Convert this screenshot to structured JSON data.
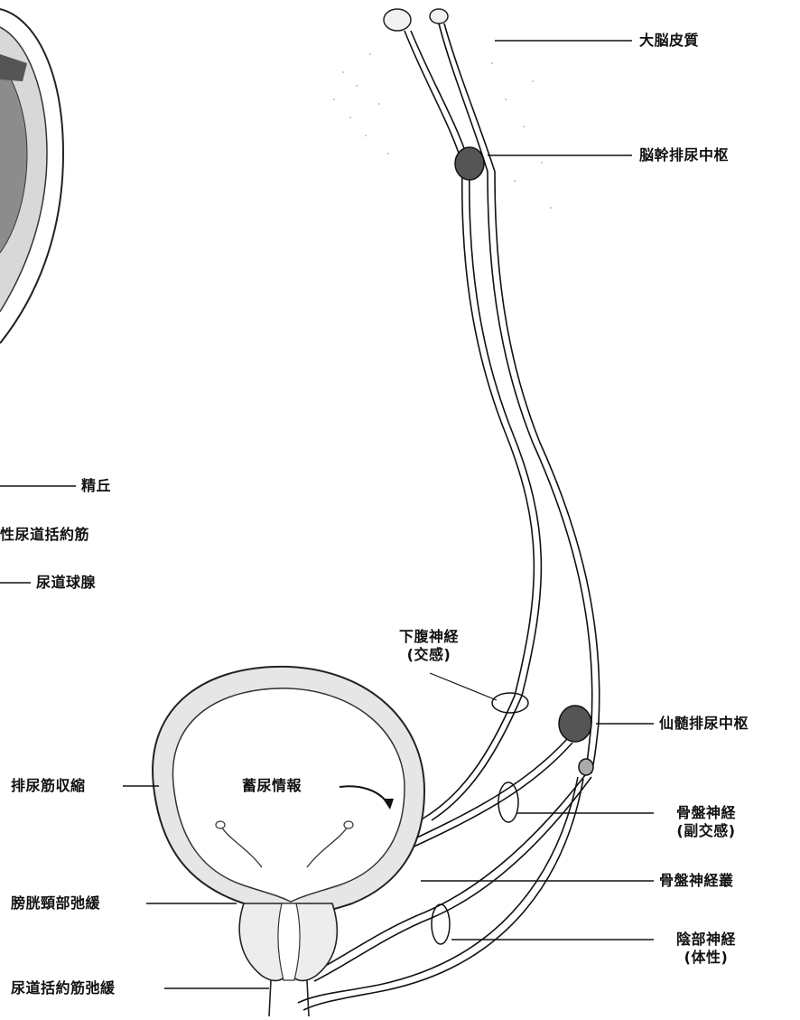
{
  "labels": {
    "cerebral_cortex": "大脳皮質",
    "brainstem_center": "脳幹排尿中枢",
    "seminal_colliculus": "精丘",
    "urethral_sphincter_partial": "性尿道括約筋",
    "bulbourethral_gland": "尿道球腺",
    "hypogastric_nerve_line1": "下腹神経",
    "hypogastric_nerve_line2": "(交感)",
    "sacral_center": "仙髄排尿中枢",
    "detrusor_contraction": "排尿筋収縮",
    "storage_info": "蓄尿情報",
    "pelvic_nerve_line1": "骨盤神経",
    "pelvic_nerve_line2": "(副交感)",
    "pelvic_plexus": "骨盤神経叢",
    "bladder_neck_relax": "膀胱頸部弛緩",
    "pudendal_nerve_line1": "陰部神経",
    "pudendal_nerve_line2": "(体性)",
    "urethral_sphincter_relax": "尿道括約筋弛緩"
  }
}
